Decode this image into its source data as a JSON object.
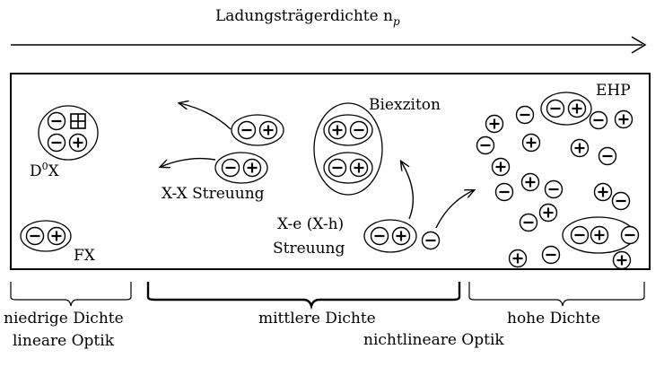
{
  "header": {
    "arrow_label_main": "Ladungsträgerdichte n",
    "arrow_label_sub": "p"
  },
  "labels": {
    "d0x_main": "D",
    "d0x_sup": "0",
    "d0x_tail": "X",
    "fx": "FX",
    "xx_scatter": "X-X Streuung",
    "biexciton": "Biexziton",
    "xe_line1": "X-e (X-h)",
    "xe_line2": "Streuung",
    "ehp": "EHP"
  },
  "regions": {
    "low_line1": "niedrige Dichte",
    "low_line2": "lineare Optik",
    "mid": "mittlere Dichte",
    "nonlinear": "nichtlineare Optik",
    "high": "hohe Dichte"
  }
}
